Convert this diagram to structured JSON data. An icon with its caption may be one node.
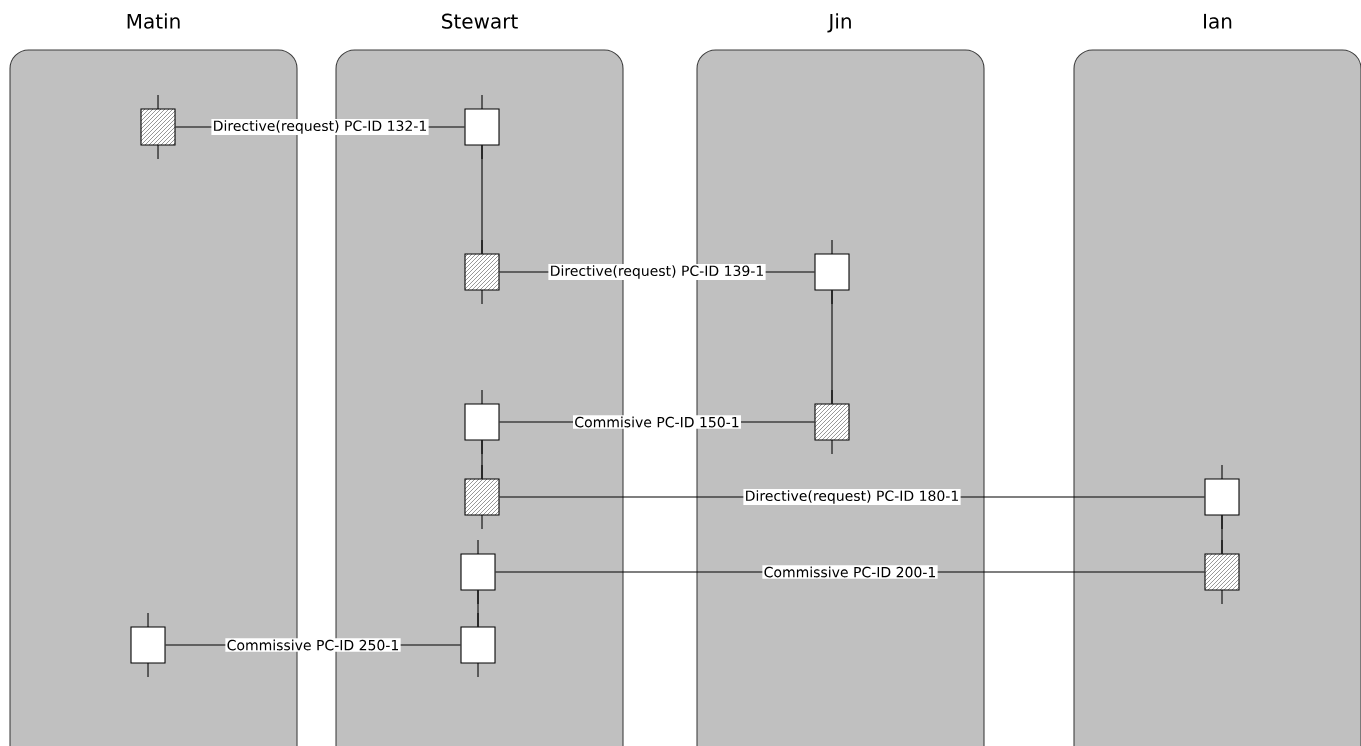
{
  "diagram": {
    "nodes": [
      {
        "text": [
          "Matin"
        ]
      },
      {
        "text": [],
        "shape": "box",
        "in": 0
      },
      {
        "text": [],
        "shape": "box",
        "in": 0
      },
      {
        "text": [
          "Stewart"
        ]
      },
      {
        "text": [],
        "shape": "box",
        "in": 3
      },
      {
        "text": [],
        "shape": "box",
        "in": 3
      },
      {
        "text": [],
        "shape": "box",
        "in": 3
      },
      {
        "text": [],
        "shape": "box",
        "in": 3
      },
      {
        "text": [],
        "shape": "box",
        "in": 3
      },
      {
        "text": [],
        "shape": "box",
        "in": 3
      },
      {
        "text": [
          "Jin"
        ]
      },
      {
        "text": [],
        "shape": "box",
        "in": 10
      },
      {
        "text": [],
        "shape": "box",
        "in": 10
      },
      {
        "text": [
          "Ian"
        ]
      },
      {
        "text": [],
        "shape": "box",
        "in": 13
      },
      {
        "text": [],
        "shape": "box",
        "in": 13
      }
    ],
    "edges": [
      {
        "from": 1,
        "to": 4,
        "arrow": "none",
        "label": "Directive(request) PC-ID 132-1"
      },
      {
        "from": 4,
        "to": 5,
        "arrow": "none"
      },
      {
        "from": 5,
        "to": 11,
        "arrow": "none",
        "label": "Directive(request) PC-ID 139-1"
      },
      {
        "from": 11,
        "to": 12,
        "arrow": "none"
      },
      {
        "from": 6,
        "to": 12,
        "arrow": "none",
        "label": "Commisive PC-ID 150-1"
      },
      {
        "from": 6,
        "to": 7,
        "arrow": "none"
      },
      {
        "from": 7,
        "to": 14,
        "arrow": "none",
        "label": "Directive(request) PC-ID 180-1"
      },
      {
        "from": 14,
        "to": 15,
        "arrow": "none"
      },
      {
        "from": 8,
        "to": 15,
        "arrow": "none",
        "label": "Commissive PC-ID 200-1"
      },
      {
        "from": 8,
        "to": 9,
        "arrow": "none"
      },
      {
        "from": 2,
        "to": 9,
        "arrow": "none",
        "label": "Commissive PC-ID 250-1"
      }
    ]
  }
}
